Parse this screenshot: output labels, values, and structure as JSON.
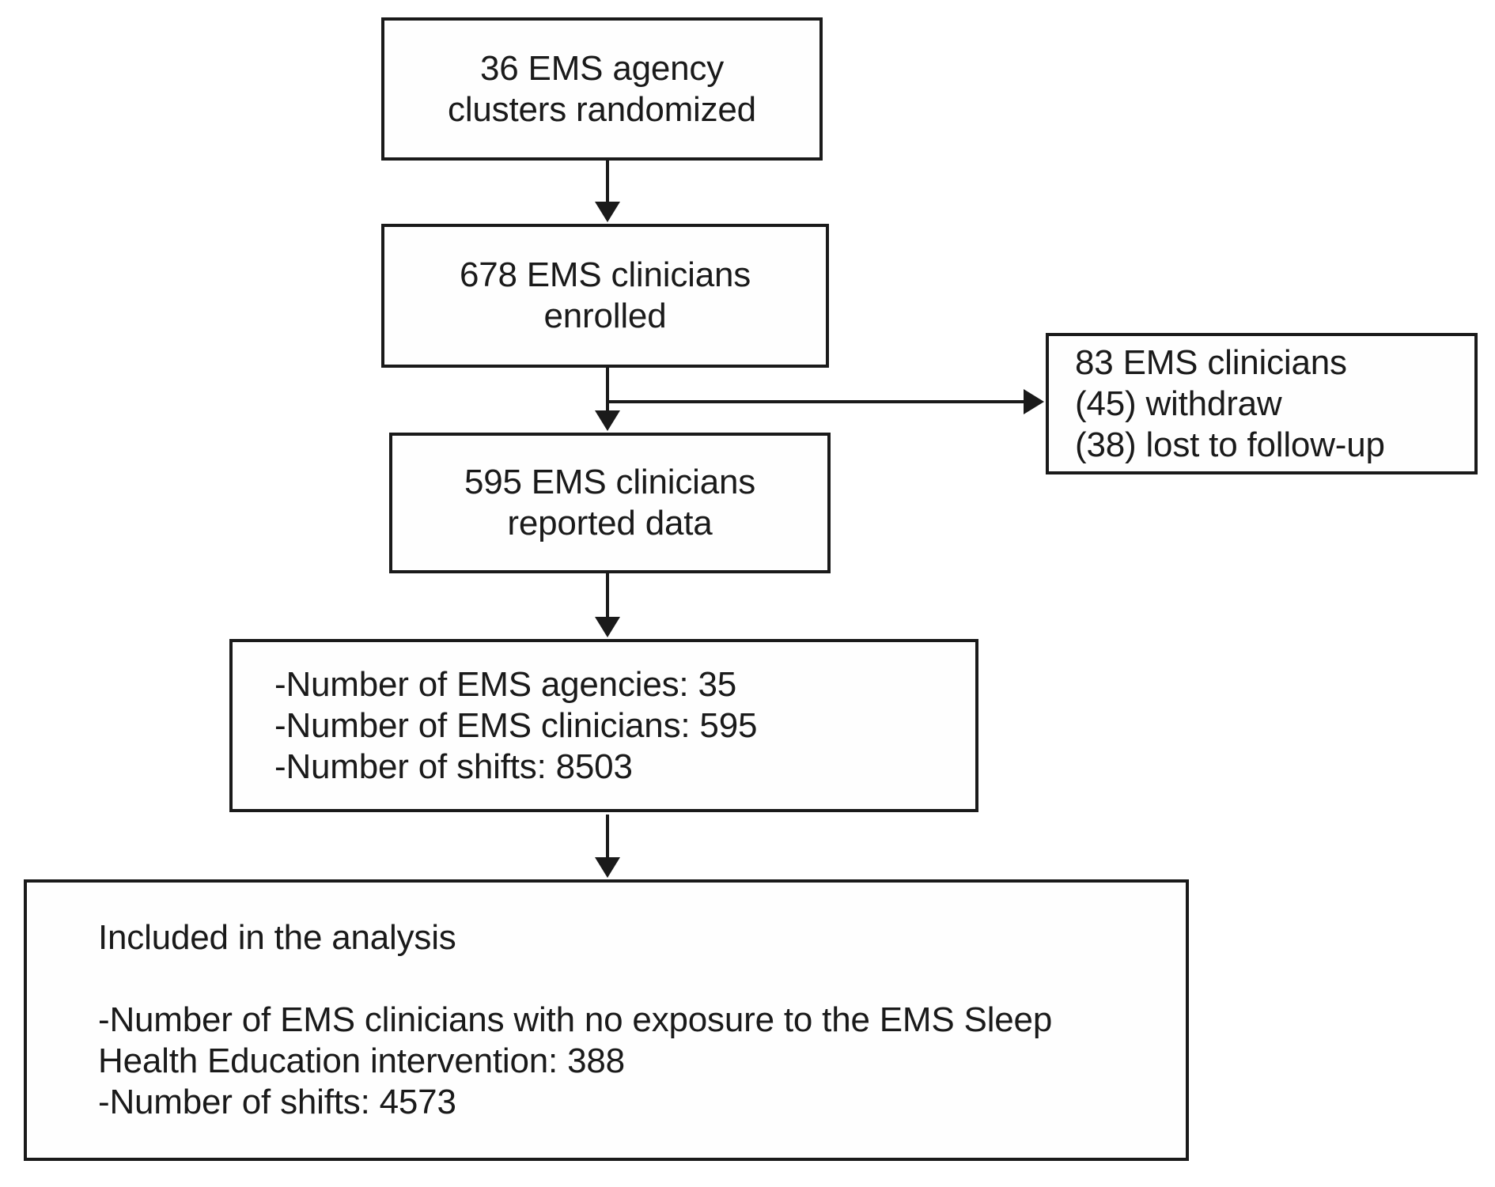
{
  "diagram": {
    "kind": "participant-flow-chart",
    "colors": {
      "line": "#1a1a1a",
      "text": "#1a1a1a",
      "box_background": "#fefefe",
      "page_background": "#ffffff"
    },
    "nodes": {
      "randomized": {
        "id": "randomized",
        "lines": [
          "36 EMS agency",
          "clusters randomized"
        ]
      },
      "enrolled": {
        "id": "enrolled",
        "lines": [
          "678 EMS clinicians",
          "enrolled"
        ]
      },
      "withdrawn": {
        "id": "withdrawn",
        "lines": [
          "83 EMS clinicians",
          "(45) withdraw",
          "(38) lost to follow-up"
        ]
      },
      "reported": {
        "id": "reported",
        "lines": [
          "595 EMS clinicians",
          "reported data"
        ]
      },
      "counts": {
        "id": "counts",
        "lines": [
          "-Number of EMS agencies: 35",
          "-Number of EMS clinicians: 595",
          "-Number of shifts: 8503"
        ]
      },
      "analysis": {
        "id": "analysis",
        "lines": [
          "Included in the analysis",
          "",
          "-Number of EMS clinicians with no exposure to the EMS Sleep",
          "Health Education intervention: 388",
          "-Number of shifts: 4573"
        ]
      }
    },
    "edges": [
      {
        "from": "randomized",
        "to": "enrolled",
        "direction": "down"
      },
      {
        "from": "enrolled",
        "to": "reported",
        "direction": "down"
      },
      {
        "from": "enrolled",
        "to": "withdrawn",
        "direction": "right"
      },
      {
        "from": "reported",
        "to": "counts",
        "direction": "down"
      },
      {
        "from": "counts",
        "to": "analysis",
        "direction": "down"
      }
    ]
  }
}
